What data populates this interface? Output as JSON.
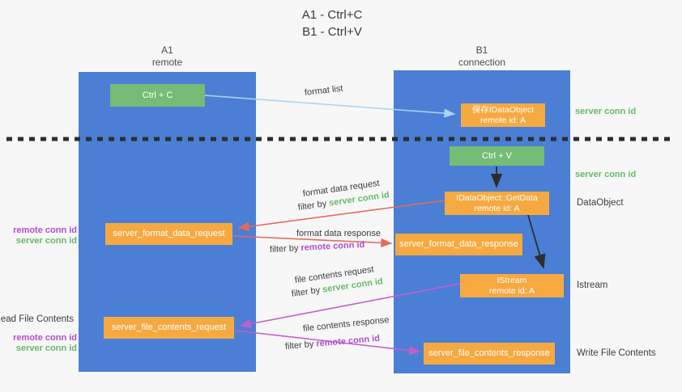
{
  "title": {
    "line1": "A1 - Ctrl+C",
    "line2": "B1 - Ctrl+V"
  },
  "lanes": [
    {
      "name": "A1",
      "sub": "remote"
    },
    {
      "name": "B1",
      "sub": "connection"
    }
  ],
  "boxes": {
    "ctrl_c": "Ctrl + C",
    "save_obj_line1": "保存IDataObject",
    "save_obj_line2": "remote id: A",
    "ctrl_v": "Ctrl + V",
    "getdata_line1": "IDataObject::GetData",
    "getdata_line2": "remote id: A",
    "format_request": "server_format_data_request",
    "format_response": "server_format_data_response",
    "istream_line1": "IStream",
    "istream_line2": "remote id: A",
    "file_request": "server_file_contents_request",
    "file_response": "server_file_contents_response"
  },
  "side_labels": {
    "server_conn_id": "server conn id",
    "remote_conn_id": "remote conn id",
    "dataobject": "DataObject",
    "istream": "Istream",
    "write_file_contents": "Write File Contents",
    "read_file_contents": "Read File Contents"
  },
  "flow_labels": {
    "format_list": "format list",
    "format_data_request": "format data request",
    "format_data_response": "format data response",
    "file_contents_request": "file contents request",
    "file_contents_response": "file contents response",
    "filter_by": "filter by",
    "server_conn_id": "server conn id",
    "remote_conn_id": "remote conn id"
  },
  "colors": {
    "lane_blue": "#4a7fd5",
    "box_green": "#75bc76",
    "box_orange": "#f7a941",
    "label_green": "#67b967",
    "label_purple": "#b04ecb",
    "arrow_red": "#e8695c",
    "arrow_magenta": "#c45ec9",
    "arrow_light_blue": "#a9d4f0",
    "arrow_black": "#2d2d2d"
  }
}
